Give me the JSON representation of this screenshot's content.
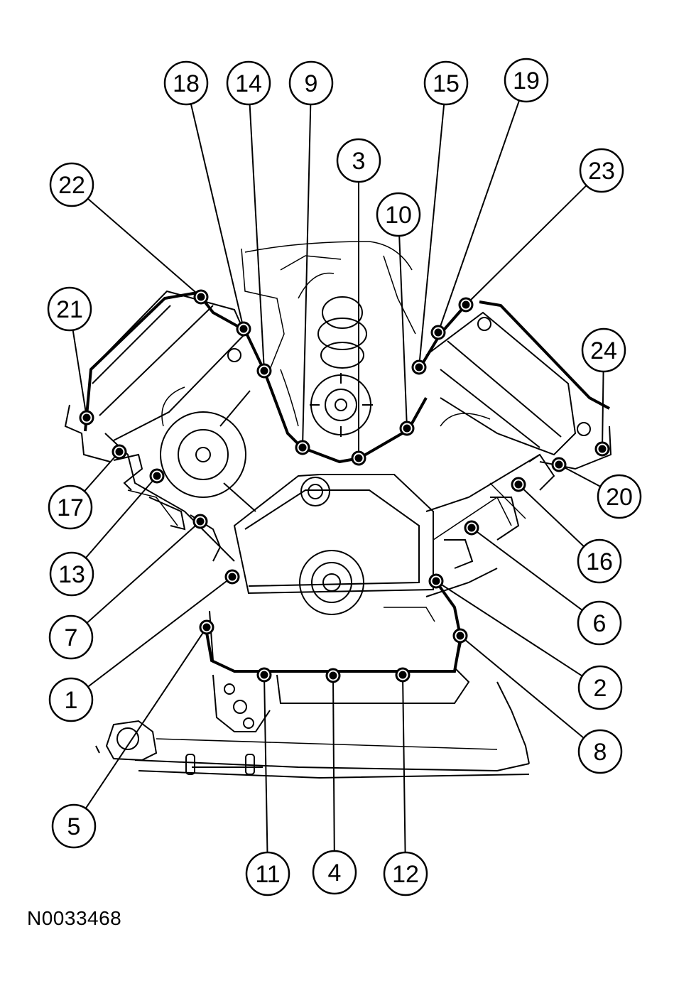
{
  "figure_id": "N0033468",
  "callouts": [
    {
      "n": "1"
    },
    {
      "n": "2"
    },
    {
      "n": "3"
    },
    {
      "n": "4"
    },
    {
      "n": "5"
    },
    {
      "n": "6"
    },
    {
      "n": "7"
    },
    {
      "n": "8"
    },
    {
      "n": "9"
    },
    {
      "n": "10"
    },
    {
      "n": "11"
    },
    {
      "n": "12"
    },
    {
      "n": "13"
    },
    {
      "n": "14"
    },
    {
      "n": "15"
    },
    {
      "n": "16"
    },
    {
      "n": "17"
    },
    {
      "n": "18"
    },
    {
      "n": "19"
    },
    {
      "n": "20"
    },
    {
      "n": "21"
    },
    {
      "n": "22"
    },
    {
      "n": "23"
    },
    {
      "n": "24"
    }
  ]
}
